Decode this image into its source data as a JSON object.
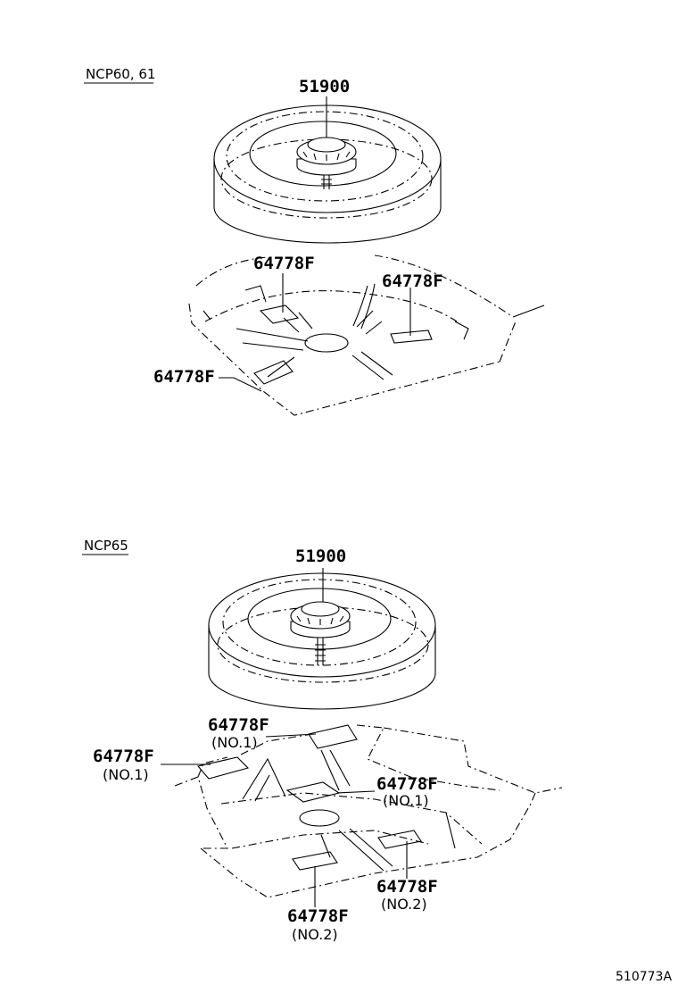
{
  "variants": {
    "top": {
      "variant_label": "NCP60, 61",
      "tire_part": "51900",
      "callouts": [
        "64778F",
        "64778F",
        "64778F"
      ]
    },
    "bottom": {
      "variant_label": "NCP65",
      "tire_part": "51900",
      "callouts": [
        {
          "part": "64778F",
          "sub": "(NO.1)"
        },
        {
          "part": "64778F",
          "sub": "(NO.1)"
        },
        {
          "part": "64778F",
          "sub": "(NO.1)"
        },
        {
          "part": "64778F",
          "sub": "(NO.2)"
        },
        {
          "part": "64778F",
          "sub": "(NO.2)"
        }
      ]
    }
  },
  "illustration_code": "510773A"
}
